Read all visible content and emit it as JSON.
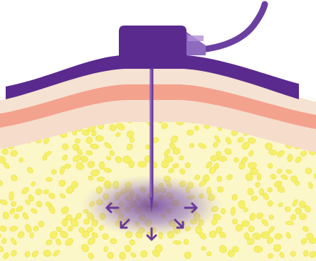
{
  "diagram": {
    "colors": {
      "background": "#ffffff",
      "device_purple": "#5b2a8e",
      "device_highlight": "#8e6bbf",
      "tubing": "#6b3fa0",
      "needle": "#6a3a9c",
      "epidermis": "#f5e2d2",
      "dermis_band": "#f3a28e",
      "dermis_lower": "#f6dccb",
      "fat_background": "#fbf7c8",
      "fat_cell": "#f6ef6a",
      "fat_cell_outline": "#efe34a",
      "diffusion_cloud": "#7a4fae",
      "arrow": "#6a3a9c"
    },
    "components": [
      {
        "id": "insulin-pump-patch",
        "icon": "patch-pump-icon"
      },
      {
        "id": "tubing",
        "icon": "tube-icon"
      },
      {
        "id": "cannula-needle",
        "icon": "needle-icon"
      },
      {
        "id": "skin-layers",
        "icon": "skin-layer-icon"
      },
      {
        "id": "subcutaneous-fat",
        "icon": "fat-cells-icon"
      },
      {
        "id": "insulin-diffusion",
        "icon": "diffusion-arrows-icon"
      }
    ]
  }
}
